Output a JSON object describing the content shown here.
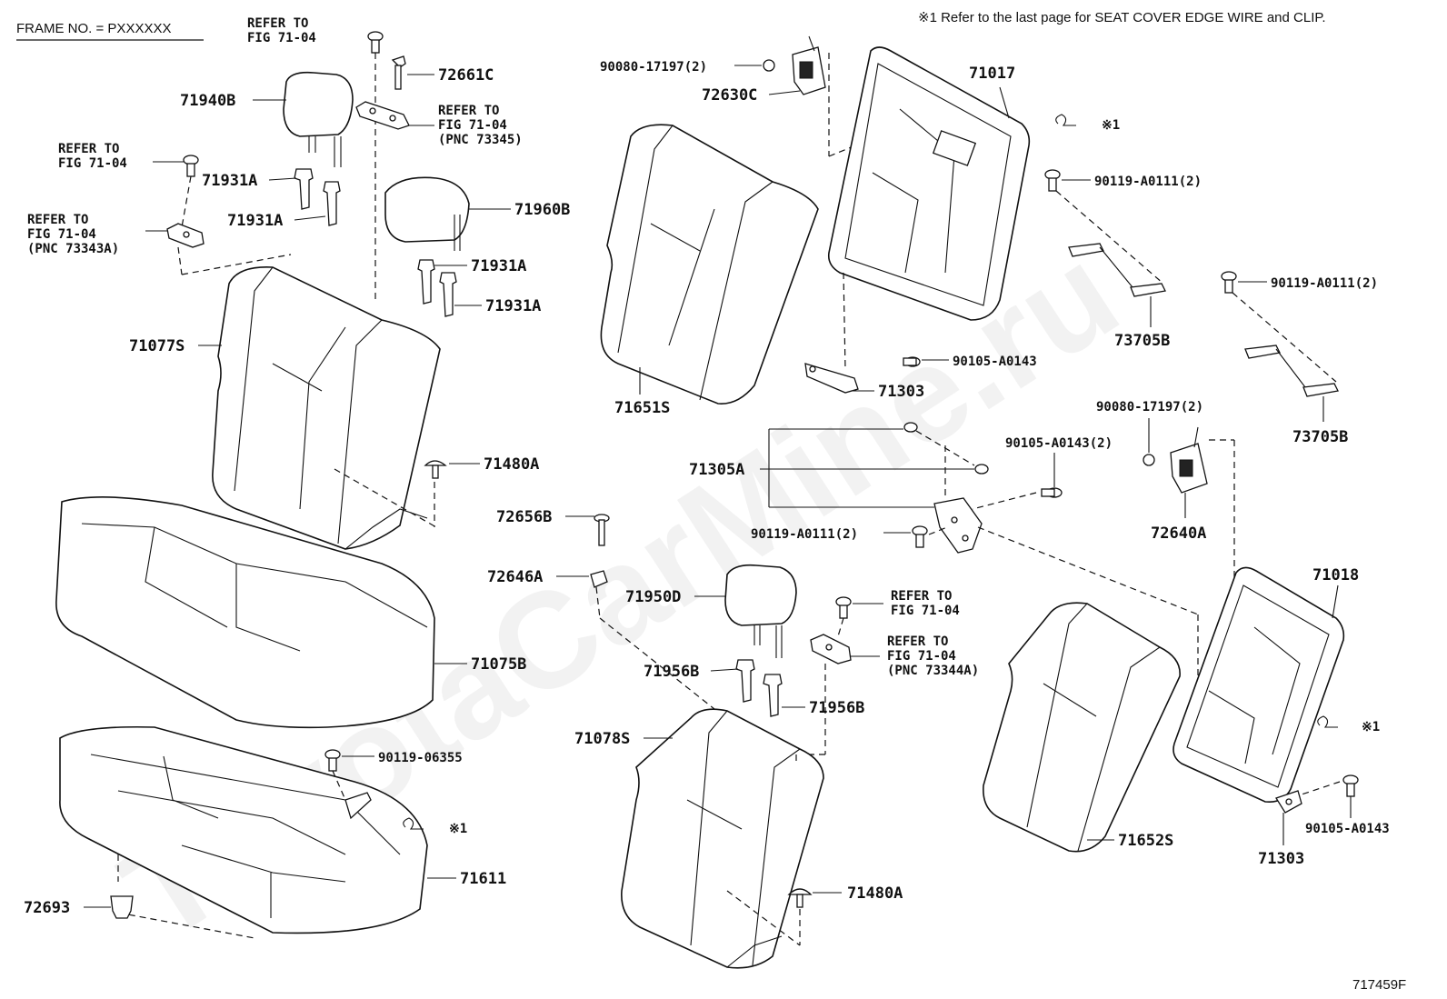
{
  "header": {
    "frame_no": "FRAME NO. = PXXXXXX",
    "note": "※1 Refer to the last page for SEAT COVER EDGE WIRE and CLIP.",
    "figure_code": "717459F"
  },
  "watermark": "ToyotaCarMine.ru",
  "part_labels": {
    "p71940B": "71940B",
    "p72661C": "72661C",
    "p71931A_1": "71931A",
    "p71931A_2": "71931A",
    "p71931A_3": "71931A",
    "p71931A_4": "71931A",
    "p71960B": "71960B",
    "p71077S": "71077S",
    "p71480A_1": "71480A",
    "p71480A_2": "71480A",
    "p71075B": "71075B",
    "p90119_06355": "90119-06355",
    "p71611": "71611",
    "p72693": "72693",
    "p90080_17197_a": "90080-17197(2)",
    "p72630C": "72630C",
    "p71017": "71017",
    "p71651S": "71651S",
    "p90119_A0111_a": "90119-A0111(2)",
    "p73705B_1": "73705B",
    "p90119_A0111_b": "90119-A0111(2)",
    "p73705B_2": "73705B",
    "p90105_A0143_a": "90105-A0143",
    "p71303_1": "71303",
    "p71305A": "71305A",
    "p90105_A0143_b": "90105-A0143(2)",
    "p90080_17197_b": "90080-17197(2)",
    "p90119_A0111_c": "90119-A0111(2)",
    "p72640A": "72640A",
    "p72656B": "72656B",
    "p72646A": "72646A",
    "p71950D": "71950D",
    "p71956B_1": "71956B",
    "p71956B_2": "71956B",
    "p71078S": "71078S",
    "p71018": "71018",
    "p71652S": "71652S",
    "p90105_A0143_c": "90105-A0143",
    "p71303_2": "71303"
  },
  "refer_labels": {
    "r1": [
      "REFER TO",
      "FIG 71-04"
    ],
    "r2": [
      "REFER TO",
      "FIG 71-04",
      "(PNC 73345)"
    ],
    "r3": [
      "REFER TO",
      "FIG 71-04"
    ],
    "r4": [
      "REFER TO",
      "FIG 71-04",
      "(PNC 73343A)"
    ],
    "r5": [
      "REFER TO",
      "FIG 71-04"
    ],
    "r6": [
      "REFER TO",
      "FIG 71-04",
      "(PNC 73344A)"
    ]
  },
  "note_marks": {
    "m1": "※1",
    "m2": "※1",
    "m3": "※1"
  }
}
